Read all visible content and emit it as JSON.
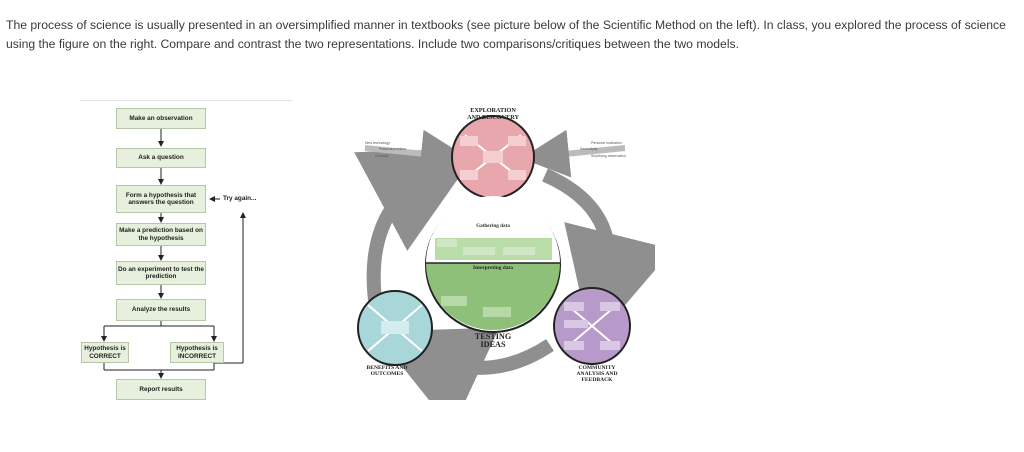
{
  "prompt": {
    "text": "The process of science is usually presented in an oversimplified manner in textbooks (see picture below of the Scientific Method on the left).  In class, you explored the process of science using the figure on the right.  Compare and contrast the two representations.  Include two comparisons/critiques between the two models."
  },
  "left_diagram": {
    "steps": {
      "observation": "Make an observation",
      "question": "Ask a question",
      "hypothesis": "Form a hypothesis that answers the question",
      "prediction": "Make a prediction based on the hypothesis",
      "experiment": "Do an experiment to test the prediction",
      "analyze": "Analyze the results",
      "correct": "Hypothesis is CORRECT",
      "incorrect": "Hypothesis is INCORRECT",
      "report": "Report results"
    },
    "try_again": "Try again..."
  },
  "right_diagram": {
    "exploration_title_1": "EXPLORATION",
    "exploration_title_2": "AND DISCOVERY",
    "testing_title_1": "TESTING",
    "testing_title_2": "IDEAS",
    "gathering": "Gathering data",
    "interpreting": "Interpreting data",
    "benefits_1": "BENEFITS AND",
    "benefits_2": "OUTCOMES",
    "community_1": "COMMUNITY",
    "community_2": "ANALYSIS AND",
    "community_3": "FEEDBACK"
  },
  "colors": {
    "box_fill": "#e6f0dc",
    "exploration": "#e8a7ad",
    "testing_green": "#8fc07a",
    "benefits": "#a9d6d8",
    "community": "#b79ac9",
    "cycle_arrow": "#8f8f8f"
  }
}
